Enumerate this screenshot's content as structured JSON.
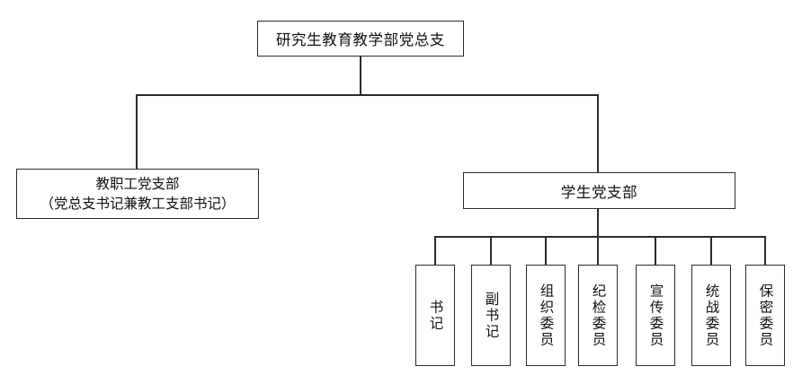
{
  "chart": {
    "type": "org-chart",
    "title_visible": false,
    "root": {
      "id": "root",
      "label": "研究生教育教学部党总支"
    },
    "branches": [
      {
        "id": "staff-branch",
        "label_line1": "教职工党支部",
        "label_line2": "（党总支书记兼教工支部书记）",
        "children": []
      },
      {
        "id": "student-branch",
        "label": "学生党支部",
        "children": [
          {
            "id": "leaf-shuji",
            "label": "书记"
          },
          {
            "id": "leaf-fushuji",
            "label": "副书记"
          },
          {
            "id": "leaf-zuzhi",
            "label": "组织委员"
          },
          {
            "id": "leaf-jijian",
            "label": "纪检委员"
          },
          {
            "id": "leaf-xuanchuan",
            "label": "宣传委员"
          },
          {
            "id": "leaf-tongzhan",
            "label": "统战委员"
          },
          {
            "id": "leaf-baomi",
            "label": "保密委员"
          }
        ]
      }
    ],
    "style": {
      "background": "#ffffff",
      "box_border": "#2b2b2b",
      "text_color": "#111111",
      "connector_color": "#2b2b2b"
    }
  }
}
